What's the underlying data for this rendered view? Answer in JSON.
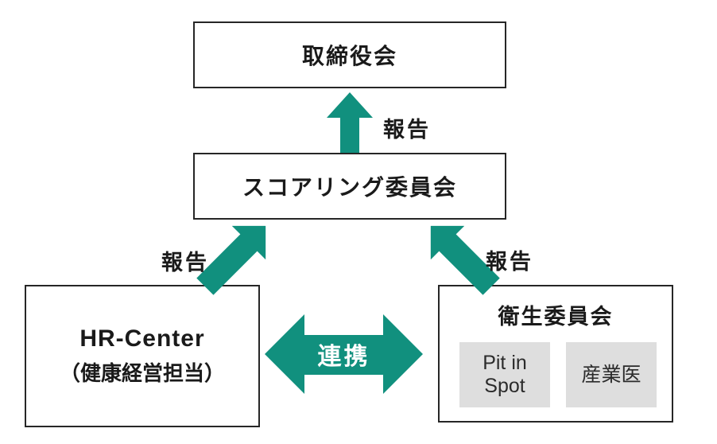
{
  "colors": {
    "arrow_teal": "#11907E",
    "box_border": "#262626",
    "text_dark": "#1a1a1a",
    "subbox_bg": "#dedede",
    "subbox_text": "#2b2b2b",
    "cooperation_text": "#ffffff",
    "background": "#ffffff"
  },
  "nodes": {
    "board": {
      "label": "取締役会"
    },
    "scoring_committee": {
      "label": "スコアリング委員会"
    },
    "hr_center": {
      "title": "HR-Center",
      "subtitle": "（健康経営担当）"
    },
    "hygiene_committee": {
      "title": "衛生委員会",
      "pit_in_spot": {
        "line1": "Pit in",
        "line2": "Spot"
      },
      "occupational_physician": {
        "label": "産業医"
      }
    }
  },
  "arrows": {
    "report_to_board": {
      "label": "報告",
      "direction": "up"
    },
    "report_from_hr": {
      "label": "報告",
      "direction": "up-right"
    },
    "report_from_hygiene": {
      "label": "報告",
      "direction": "up-left"
    },
    "cooperation": {
      "label": "連携",
      "direction": "both"
    }
  }
}
